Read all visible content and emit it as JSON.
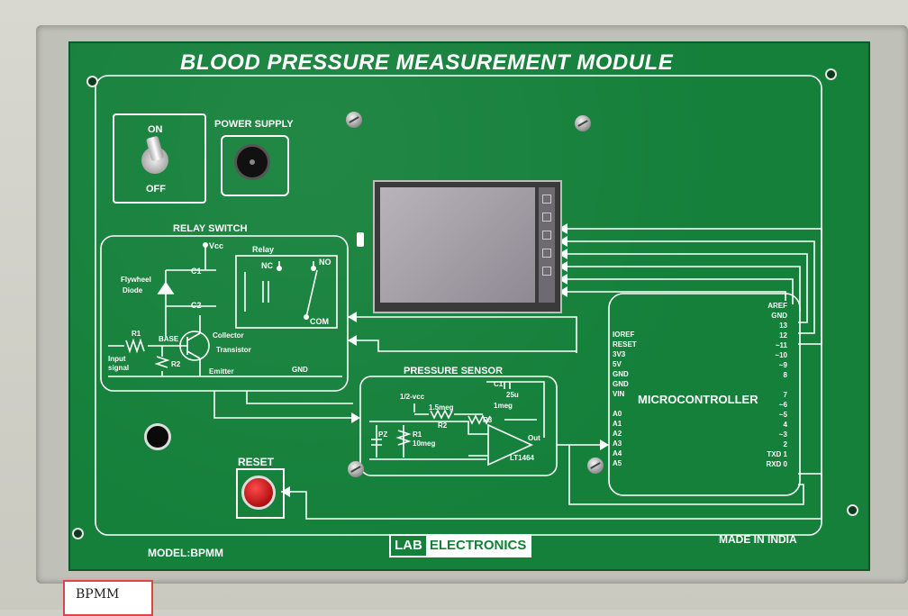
{
  "board": {
    "title": "BLOOD PRESSURE MEASUREMENT MODULE",
    "model": "MODEL:BPMM",
    "made_in": "MADE IN INDIA",
    "brand_a": "LAB",
    "brand_b": "ELECTRONICS"
  },
  "switch": {
    "on": "ON",
    "off": "OFF"
  },
  "power_supply": "POWER SUPPLY",
  "reset": "RESET",
  "relay": {
    "title": "RELAY SWITCH",
    "vcc": "Vcc",
    "relay": "Relay",
    "nc": "NC",
    "no": "NO",
    "com": "COM",
    "c1": "C1",
    "c2": "C2",
    "flywheel": "Flywheel",
    "diode": "Diode",
    "r1": "R1",
    "base": "BASE",
    "collector": "Collector",
    "transistor": "Transistor",
    "r2": "R2",
    "input": "Input",
    "signal": "signal",
    "emitter": "Emitter",
    "gnd": "GND"
  },
  "sensor": {
    "title": "PRESSURE SENSOR",
    "vcc": "1/2-vcc",
    "c1": "C1",
    "c1v": "25u",
    "r2v": "1.5meg",
    "r2": "R2",
    "r3v": "1meg",
    "r3": "R3",
    "pz": "PZ",
    "r1": "R1",
    "r1v": "10meg",
    "out": "Out",
    "ic": "LT1464"
  },
  "mcu": {
    "title": "MICROCONTROLLER",
    "left_pins": [
      "IOREF",
      "RESET",
      "3V3",
      "5V",
      "GND",
      "GND",
      "VIN",
      "",
      "A0",
      "A1",
      "A2",
      "A3",
      "A4",
      "A5"
    ],
    "right_pins": [
      "AREF",
      "GND",
      "13",
      "12",
      "~11",
      "~10",
      "~9",
      "8",
      "",
      "7",
      "~6",
      "~5",
      "4",
      "~3",
      "2",
      "TXD 1",
      "RXD 0"
    ]
  },
  "label_tag": "BPMM"
}
